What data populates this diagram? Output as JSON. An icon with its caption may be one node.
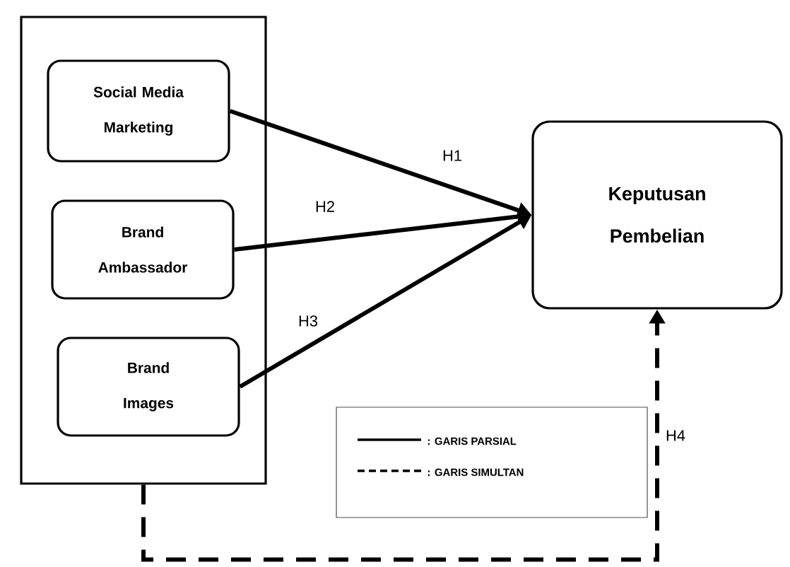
{
  "diagram": {
    "nodes": [
      {
        "text": [],
        "shape": "box"
      },
      {
        "text": [
          "Social Media Marketing"
        ],
        "in": 0
      },
      {
        "text": [
          "Brand Ambassador"
        ],
        "in": 0
      },
      {
        "text": [
          "Brand Images"
        ],
        "in": 0
      },
      {
        "text": [
          "Keputusan Pembelian"
        ]
      }
    ],
    "edges": [
      {
        "from": 1,
        "to": 4,
        "arrow": "to",
        "label": "H1"
      },
      {
        "from": 2,
        "to": 4,
        "arrow": "to",
        "label": "H2"
      },
      {
        "from": 3,
        "to": 4,
        "arrow": "to",
        "label": "H3"
      },
      {
        "from": 0,
        "to": 4,
        "arrow": "to",
        "label": "H4",
        "style": "dashed"
      }
    ],
    "legend": [
      {
        "text": ": GARIS  PARSIAL"
      },
      {
        "text": ": GARIS SIMULTAN"
      }
    ]
  }
}
